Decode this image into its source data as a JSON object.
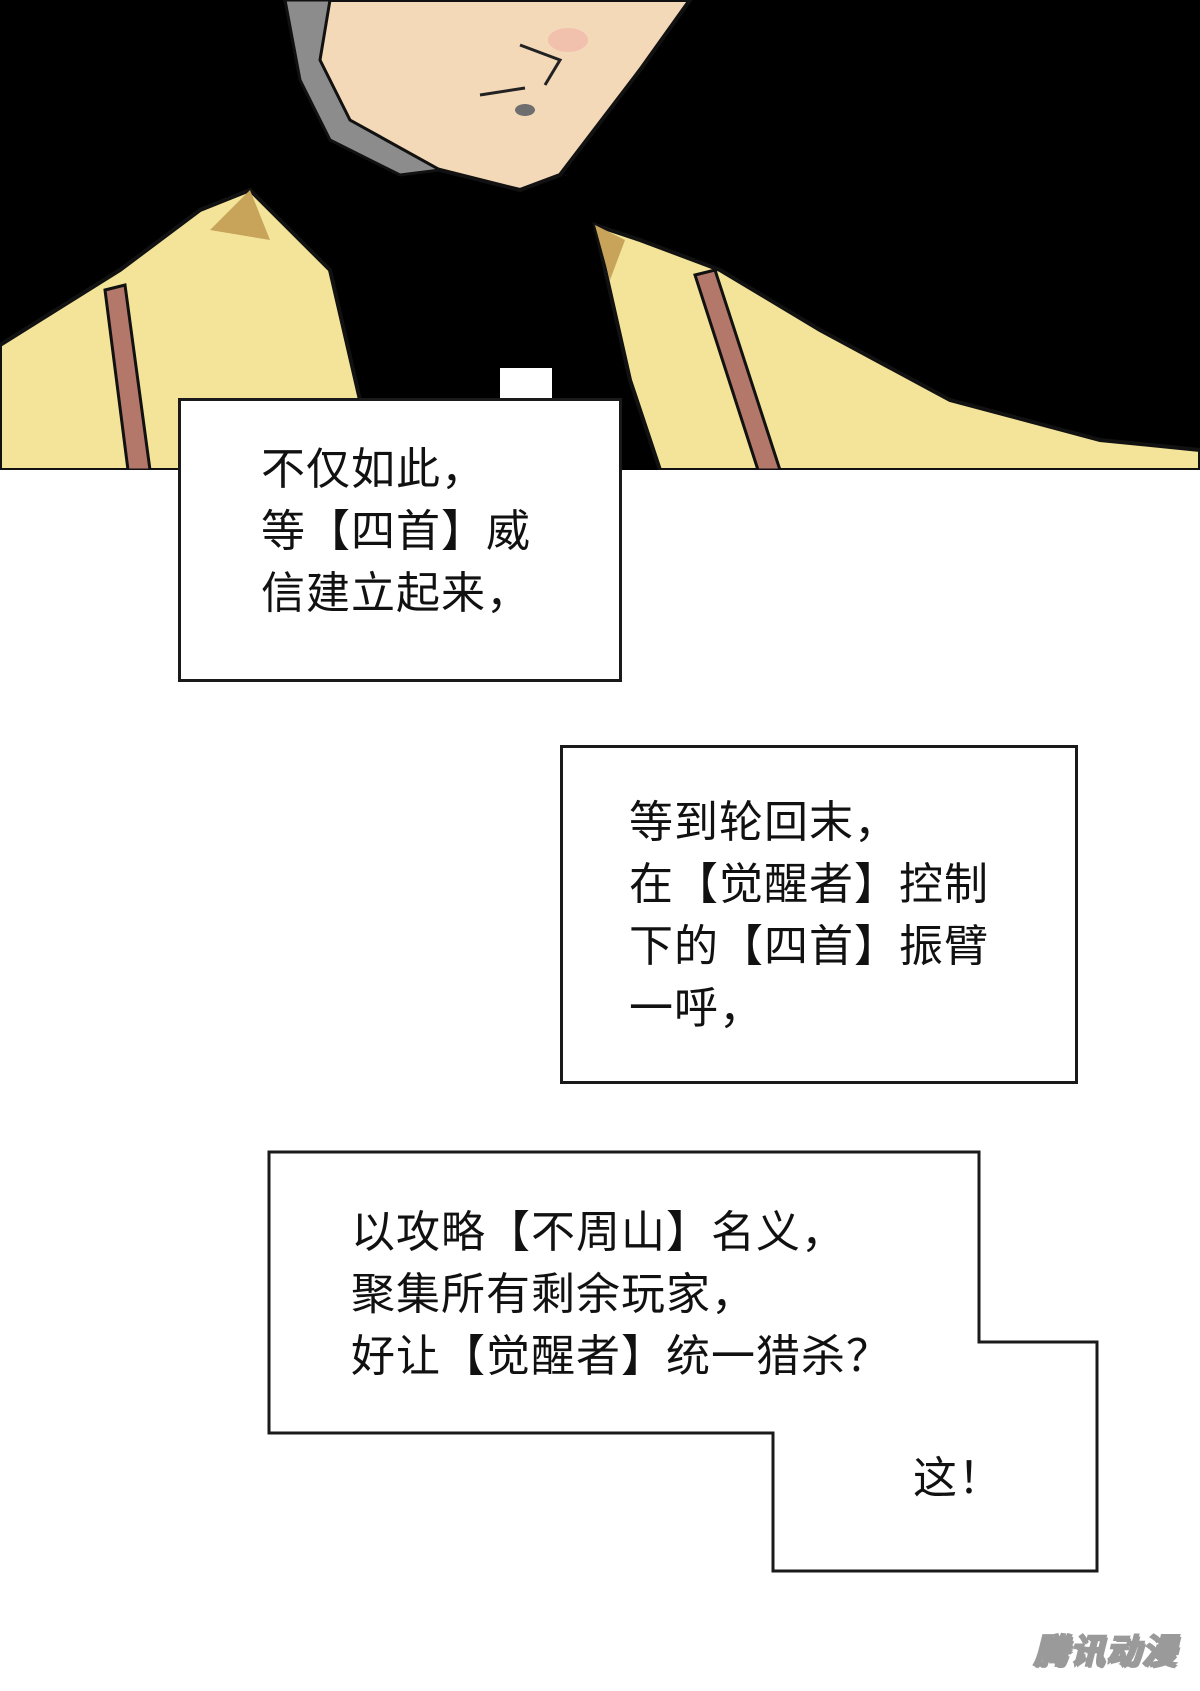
{
  "captions": {
    "box1": {
      "lines": [
        "不仅如此，",
        "等【四首】威",
        "信建立起来，"
      ]
    },
    "box2": {
      "lines": [
        "等到轮回末，",
        "在【觉醒者】控制",
        "下的【四首】振臂",
        "一呼，"
      ]
    },
    "box3": {
      "lines": [
        "以攻略【不周山】名义，",
        "聚集所有剩余玩家，",
        "好让【觉醒者】统一猎杀？"
      ],
      "exclaim": "这！"
    }
  },
  "watermark": "腾讯动漫",
  "colors": {
    "panel_black": "#000000",
    "skin": "#f4d9b8",
    "jacket_yellow": "#f3e49a",
    "strap_brown": "#b4786a",
    "border": "#1a1a1a"
  }
}
